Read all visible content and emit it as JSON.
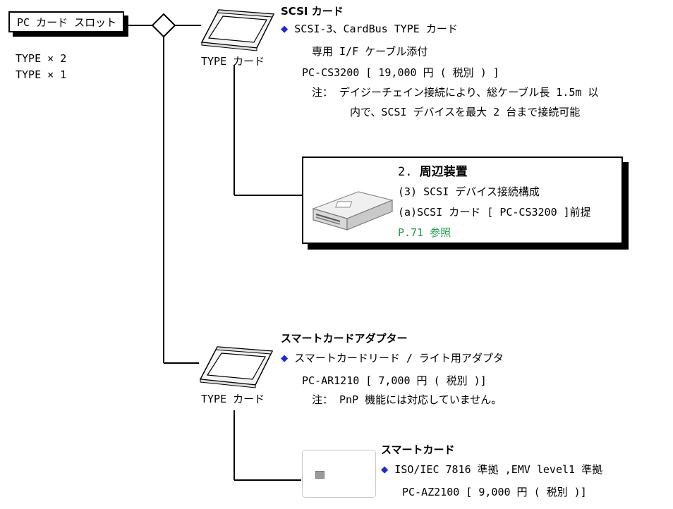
{
  "slot": {
    "label": "PC カード スロット",
    "type_lines": [
      "TYPE    × 2",
      "TYPE    × 1"
    ]
  },
  "scsi_card": {
    "image_caption": "TYPE    カード",
    "title": "SCSI カード",
    "bullet_text": "SCSI-3、CardBus TYPE  カード",
    "detail_lines": [
      "専用 I/F ケーブル添付",
      "PC-CS3200 [ 19,000 円 ( 税別 ) ]",
      "注： デイジーチェイン接続により、総ケーブル長 1.5m 以",
      "内で、SCSI デバイスを最大 2 台まで接続可能"
    ]
  },
  "reference": {
    "heading_number": "2.",
    "heading_bold": "周辺装置",
    "line1": "(3) SCSI デバイス接続構成",
    "line2": "(a)SCSI カード [ PC-CS3200 ]前提",
    "link_text": "P.71 参照"
  },
  "adapter": {
    "image_caption": "TYPE    カード",
    "title": "スマートカードアダプター",
    "bullet_text": "スマートカードリード / ライト用アダプタ",
    "detail_lines": [
      "PC-AR1210 [ 7,000 円 ( 税別 )]",
      "注： PnP 機能には対応していません。"
    ]
  },
  "smartcard": {
    "title": "スマートカード",
    "bullet_text": "ISO/IEC 7816 準拠 ,EMV level1 準拠",
    "detail_lines": [
      "PC-AZ2100 [ 9,000 円 ( 税別 )]"
    ]
  },
  "colors": {
    "bullet": "#1a2be0",
    "link": "#1f9a4e"
  },
  "icons": {
    "bullet": "blue-diamond-bullet",
    "branch": "diamond-junction-icon",
    "pc_card": "pc-card-icon",
    "drive": "external-drive-icon",
    "smartcard": "smartcard-icon"
  }
}
